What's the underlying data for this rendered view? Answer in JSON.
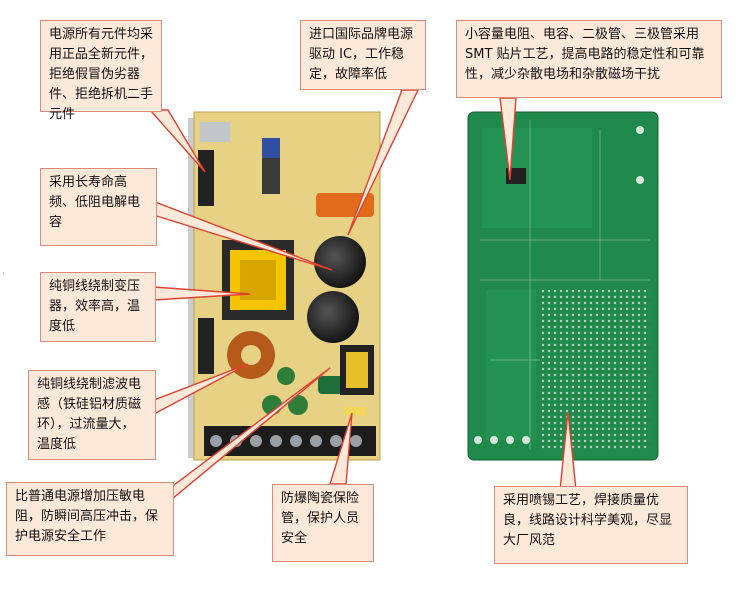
{
  "callouts": {
    "new_components": "电源所有元件均采用正品全新元件，拒绝假冒伪劣器件、拒绝拆机二手元件",
    "driver_ic": "进口国际品牌电源驱动 IC，工作稳定，故障率低",
    "smt_process": "小容量电阻、电容、二极管、三极管采用SMT 贴片工艺，提高电路的稳定性和可靠性，减少杂散电场和杂散磁场干扰",
    "capacitor": "采用长寿命高频、低阻电解电容",
    "transformer": "纯铜线绕制变压器，效率高，温度低",
    "filter_inductor": "纯铜线绕制滤波电感（铁硅铝材质磁环），过流量大，温度低",
    "varistor": "比普通电源增加压敏电阻，防瞬间高压冲击，保护电源安全工作",
    "fuse": "防爆陶瓷保险管，保护人员安全",
    "soldering": "采用喷锡工艺，焊接质量优良，线路设计科学美观，尽显大厂风范"
  },
  "colors": {
    "callout_bg": "#fde9d9",
    "callout_border": "#d98a7a",
    "pcb_yellow": "#e8d48a",
    "pcb_green": "#1f8a4c",
    "heatsink": "#b9bcc0"
  }
}
